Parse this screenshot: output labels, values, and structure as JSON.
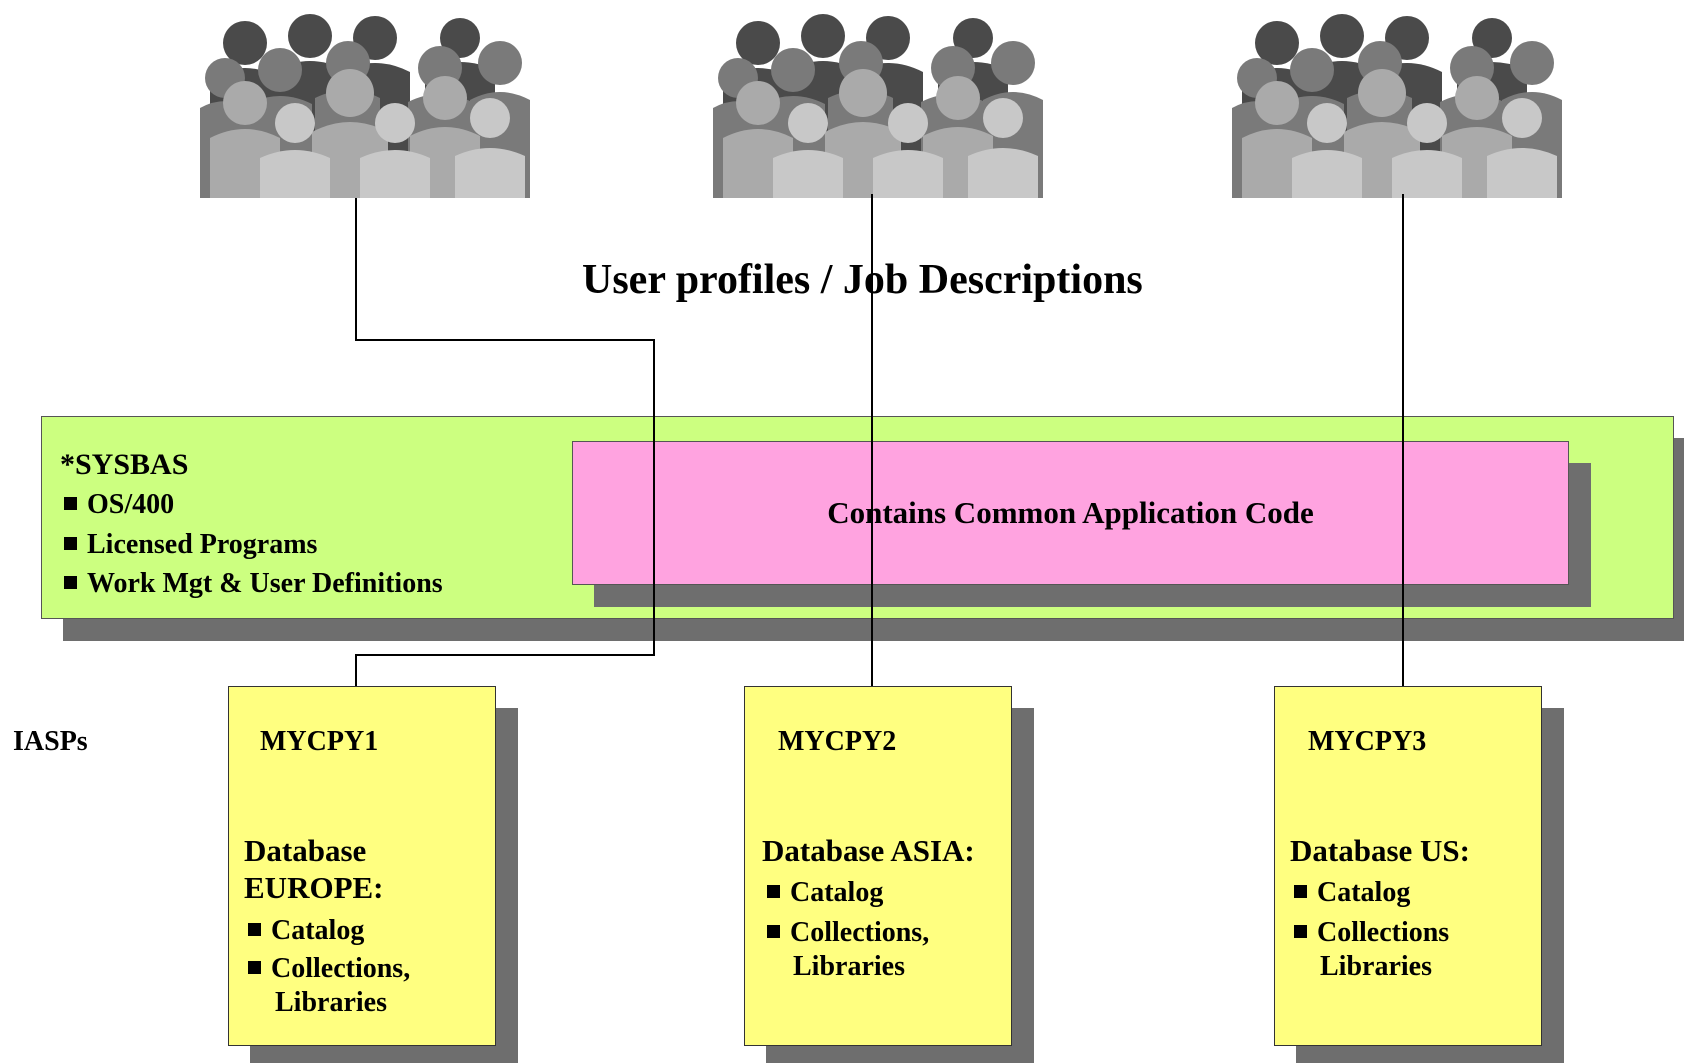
{
  "title": "User profiles / Job Descriptions",
  "sysbas": {
    "heading": "*SYSBAS",
    "items": [
      "OS/400",
      "Licensed Programs",
      "Work Mgt & User Definitions"
    ]
  },
  "common_box": {
    "label": "Contains Common Application Code"
  },
  "iasps_label": "IASPs",
  "iasps": [
    {
      "name": "MYCPY1",
      "database_line1": "Database",
      "database_line2": "EUROPE:",
      "items": [
        "Catalog",
        "Collections,",
        "Libraries"
      ]
    },
    {
      "name": "MYCPY2",
      "database_line1": "Database ASIA:",
      "items": [
        "Catalog",
        "Collections,",
        "Libraries"
      ]
    },
    {
      "name": "MYCPY3",
      "database_line1": "Database US:",
      "items": [
        "Catalog",
        "Collections",
        "Libraries"
      ]
    }
  ],
  "colors": {
    "sysbas_fill": "#ccff80",
    "common_fill": "#ffa3e0",
    "iasp_fill": "#ffff80",
    "shadow": "#6e6e6e",
    "people_dark": "#4a4a4a",
    "people_mid": "#7a7a7a",
    "people_light": "#c8c8c8"
  },
  "icons": [
    "people-group-icon",
    "square-bullet-icon"
  ]
}
